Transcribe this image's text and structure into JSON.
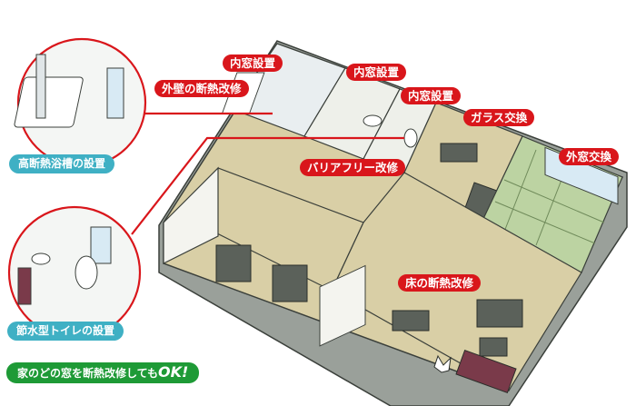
{
  "labels": {
    "inner_window_1": "内窓設置",
    "exterior_wall": "外壁の断熱改修",
    "inner_window_2": "内窓設置",
    "inner_window_3": "内窓設置",
    "glass_exchange": "ガラス交換",
    "outer_window_exchange": "外窓交換",
    "barrier_free": "バリアフリー改修",
    "floor_insulation": "床の断熱改修"
  },
  "callouts": {
    "bathtub": "高断熱浴槽の設置",
    "toilet": "節水型トイレの設置"
  },
  "banner": {
    "text": "家のどの窓を断熱改修しても",
    "emphasis": "OK!"
  },
  "colors": {
    "accent_red": "#d9161b",
    "callout_teal": "#3fb0c4",
    "banner_green": "#1e9a36",
    "floor": "#d9cfa6",
    "tatami": "#bcd3a2",
    "wall": "#f4f4ef",
    "furniture": "#5b615a"
  }
}
